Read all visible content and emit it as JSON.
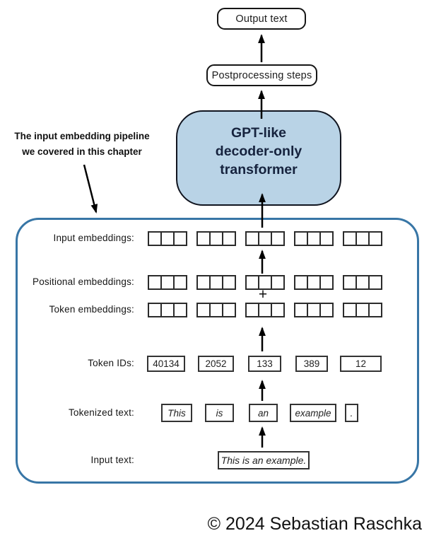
{
  "annotation": {
    "line1": "The input embedding pipeline",
    "line2": "we covered in this chapter"
  },
  "top_flow": {
    "output_box_label": "Output text",
    "postprocessing_box_label": "Postprocessing steps",
    "gpt_box": {
      "line1": "GPT-like",
      "line2": "decoder-only",
      "line3": "transformer"
    }
  },
  "pipeline": {
    "groups_per_row": 5,
    "cells_per_group": 3,
    "plus_sign": "+",
    "rows": {
      "input_embeddings": {
        "label": "Input embeddings:"
      },
      "positional_embeddings": {
        "label": "Positional embeddings:"
      },
      "token_embeddings": {
        "label": "Token embeddings:"
      },
      "token_ids": {
        "label": "Token IDs:",
        "values": [
          "40134",
          "2052",
          "133",
          "389",
          "12"
        ]
      },
      "tokenized_text": {
        "label": "Tokenized text:",
        "tokens": [
          "This",
          "is",
          "an",
          "example",
          "."
        ]
      },
      "input_text": {
        "label": "Input text:",
        "value": "This is an example."
      }
    }
  },
  "footer": {
    "copyright": "© 2024 Sebastian Raschka"
  },
  "colors": {
    "gpt_box_fill": "#b9d3e6",
    "gpt_box_text": "#16233e",
    "pipeline_border": "#3876a6",
    "box_border": "#161616",
    "arrow": "#000000"
  }
}
